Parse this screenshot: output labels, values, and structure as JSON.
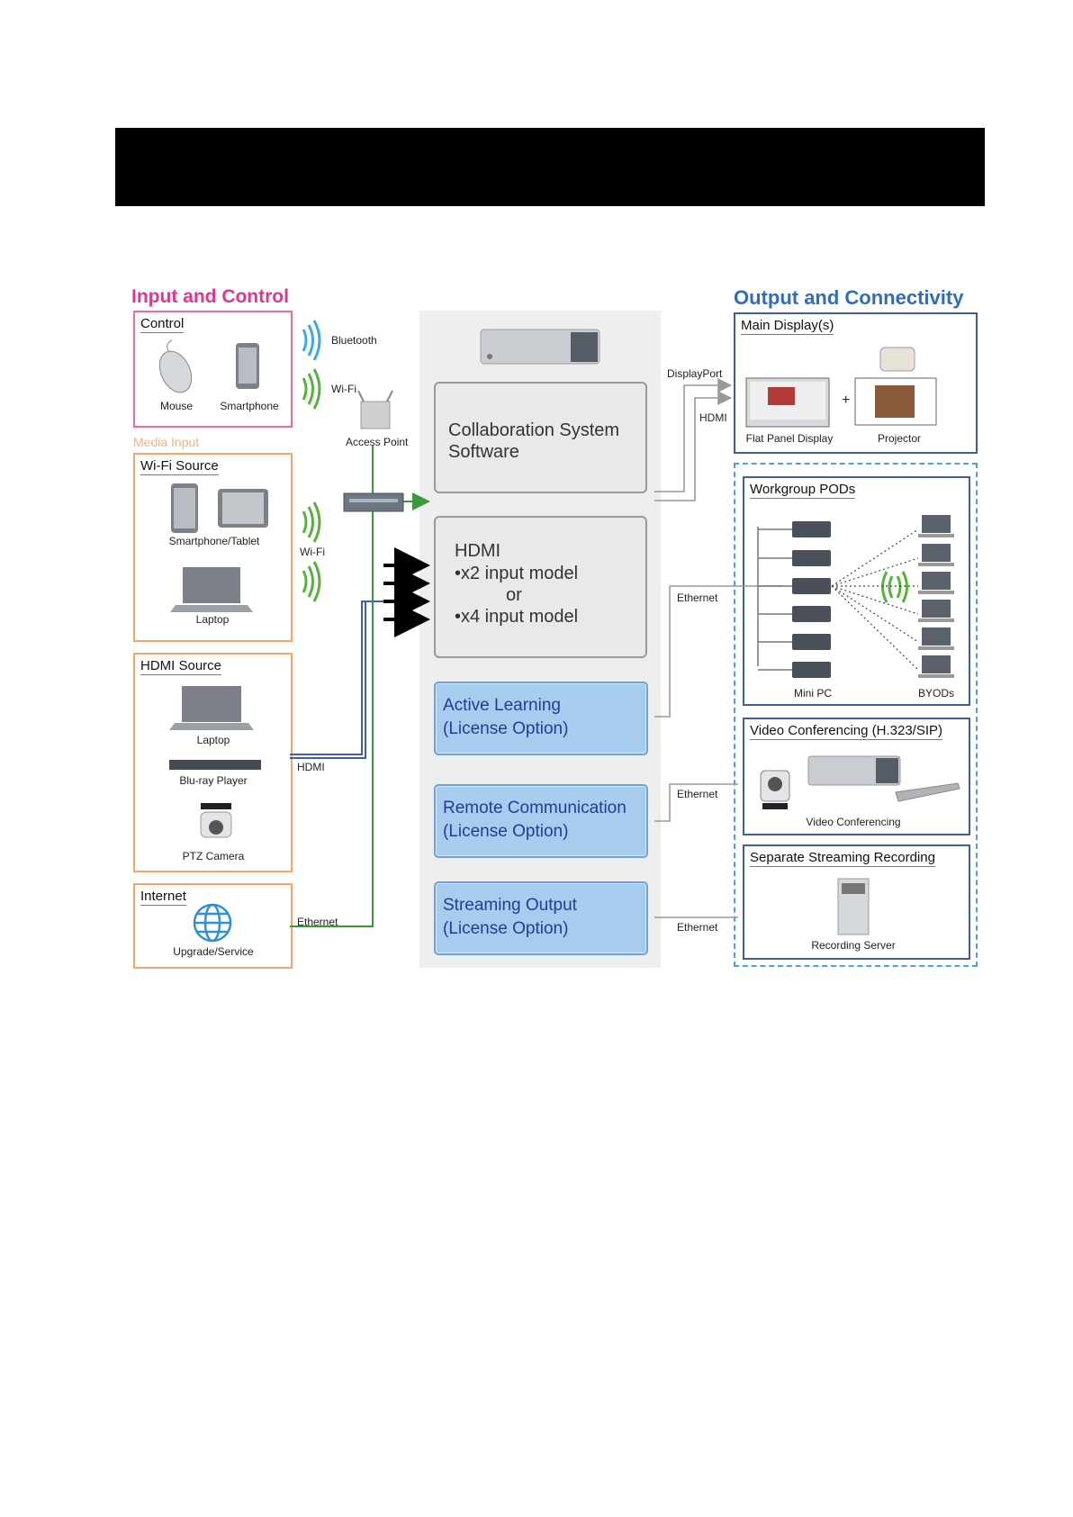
{
  "banner": {
    "color": "#000000"
  },
  "input_and_control": {
    "heading": "Input and Control",
    "control": {
      "title": "Control",
      "items": [
        "Mouse",
        "Smartphone"
      ]
    },
    "media_input_label": "Media Input",
    "wifi_source": {
      "title": "Wi-Fi Source",
      "items": [
        "Smartphone/Tablet",
        "Laptop"
      ]
    },
    "hdmi_source": {
      "title": "HDMI Source",
      "items": [
        "Laptop",
        "Blu-ray Player",
        "PTZ Camera"
      ]
    },
    "internet": {
      "title": "Internet",
      "items": [
        "Upgrade/Service"
      ]
    }
  },
  "links": {
    "bluetooth": "Bluetooth",
    "wifi_control": "Wi-Fi",
    "access_point": "Access Point",
    "wifi_source": "Wi-Fi",
    "hdmi": "HDMI",
    "ethernet_internet": "Ethernet",
    "displayport": "DisplayPort",
    "hdmi_out": "HDMI",
    "ethernet_pods": "Ethernet",
    "ethernet_vc": "Ethernet",
    "ethernet_stream": "Ethernet"
  },
  "center": {
    "software_box": {
      "line1": "Collaboration System",
      "line2": "Software"
    },
    "hdmi_box": {
      "line1": "HDMI",
      "line2": "•x2 input model",
      "line3": "or",
      "line4": "•x4 input model"
    },
    "options": [
      {
        "line1": "Active Learning",
        "line2": "(License Option)"
      },
      {
        "line1": "Remote Communication",
        "line2": "(License Option)"
      },
      {
        "line1": "Streaming Output",
        "line2": "(License Option)"
      }
    ]
  },
  "output_and_connectivity": {
    "heading": "Output and Connectivity",
    "main_display": {
      "title": "Main Display(s)",
      "plus": "+",
      "items": [
        "Flat Panel Display",
        "Projector"
      ]
    },
    "workgroup_pods": {
      "title": "Workgroup PODs",
      "items": [
        "Mini PC",
        "BYODs"
      ]
    },
    "video_conferencing": {
      "title": "Video Conferencing (H.323/SIP)",
      "items": [
        "Video Conferencing"
      ]
    },
    "streaming_recording": {
      "title": "Separate Streaming Recording",
      "items": [
        "Recording Server"
      ]
    }
  },
  "colors": {
    "input_heading": "#e2358f",
    "output_heading": "#2f6db8",
    "control_border": "#e96aa4",
    "media_border": "#f5a566",
    "output_border": "#3f5f98",
    "dashed_border": "#4aa3e0",
    "bluetooth_wave": "#3da9e0",
    "wifi_wave": "#56b23a",
    "ethernet_line": "#3a9a3a",
    "hdmi_line": "#3a5fb0",
    "option_fill": "#a8ccee",
    "option_text": "#1d3f9a"
  },
  "icons": [
    "mouse-icon",
    "smartphone-icon",
    "tablet-icon",
    "laptop-icon",
    "bluray-player-icon",
    "ptz-camera-icon",
    "globe-icon",
    "bluetooth-wave-icon",
    "wifi-wave-icon",
    "access-point-icon",
    "network-switch-icon",
    "collaboration-hardware-icon",
    "flat-panel-display-icon",
    "projector-icon",
    "mini-pc-icon",
    "byod-laptop-icon",
    "video-conferencing-codec-icon",
    "recording-server-icon"
  ]
}
